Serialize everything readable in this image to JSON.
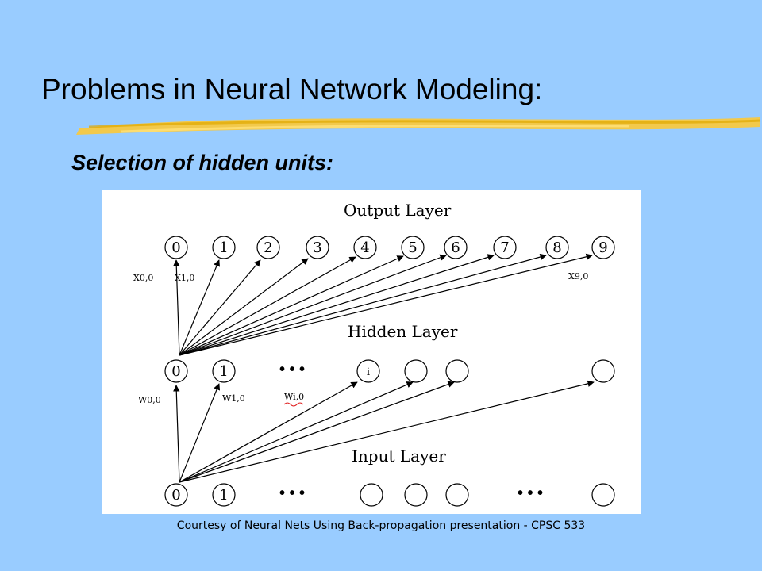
{
  "slide": {
    "title": "Problems in Neural Network Modeling:",
    "subtitle": "Selection of hidden units:",
    "caption": "Courtesy of Neural Nets Using Back-propagation presentation - CPSC 533",
    "accent_color": "#f2c94c",
    "background_color": "#99ccff"
  },
  "diagram": {
    "layers": {
      "output": "Output Layer",
      "hidden": "Hidden Layer",
      "input": "Input Layer"
    },
    "output_nodes": [
      "0",
      "1",
      "2",
      "3",
      "4",
      "5",
      "6",
      "7",
      "8",
      "9"
    ],
    "hidden_nodes": [
      "0",
      "1",
      "",
      "i",
      "",
      "",
      ""
    ],
    "input_nodes": [
      "0",
      "1",
      "",
      "",
      "",
      "",
      ""
    ],
    "ellipsis": "• • •",
    "edge_labels": {
      "x00": "X0,0",
      "x10": "X1,0",
      "x90": "X9,0",
      "w00": "W0,0",
      "w10": "W1,0",
      "wi0": "Wi,0"
    }
  }
}
